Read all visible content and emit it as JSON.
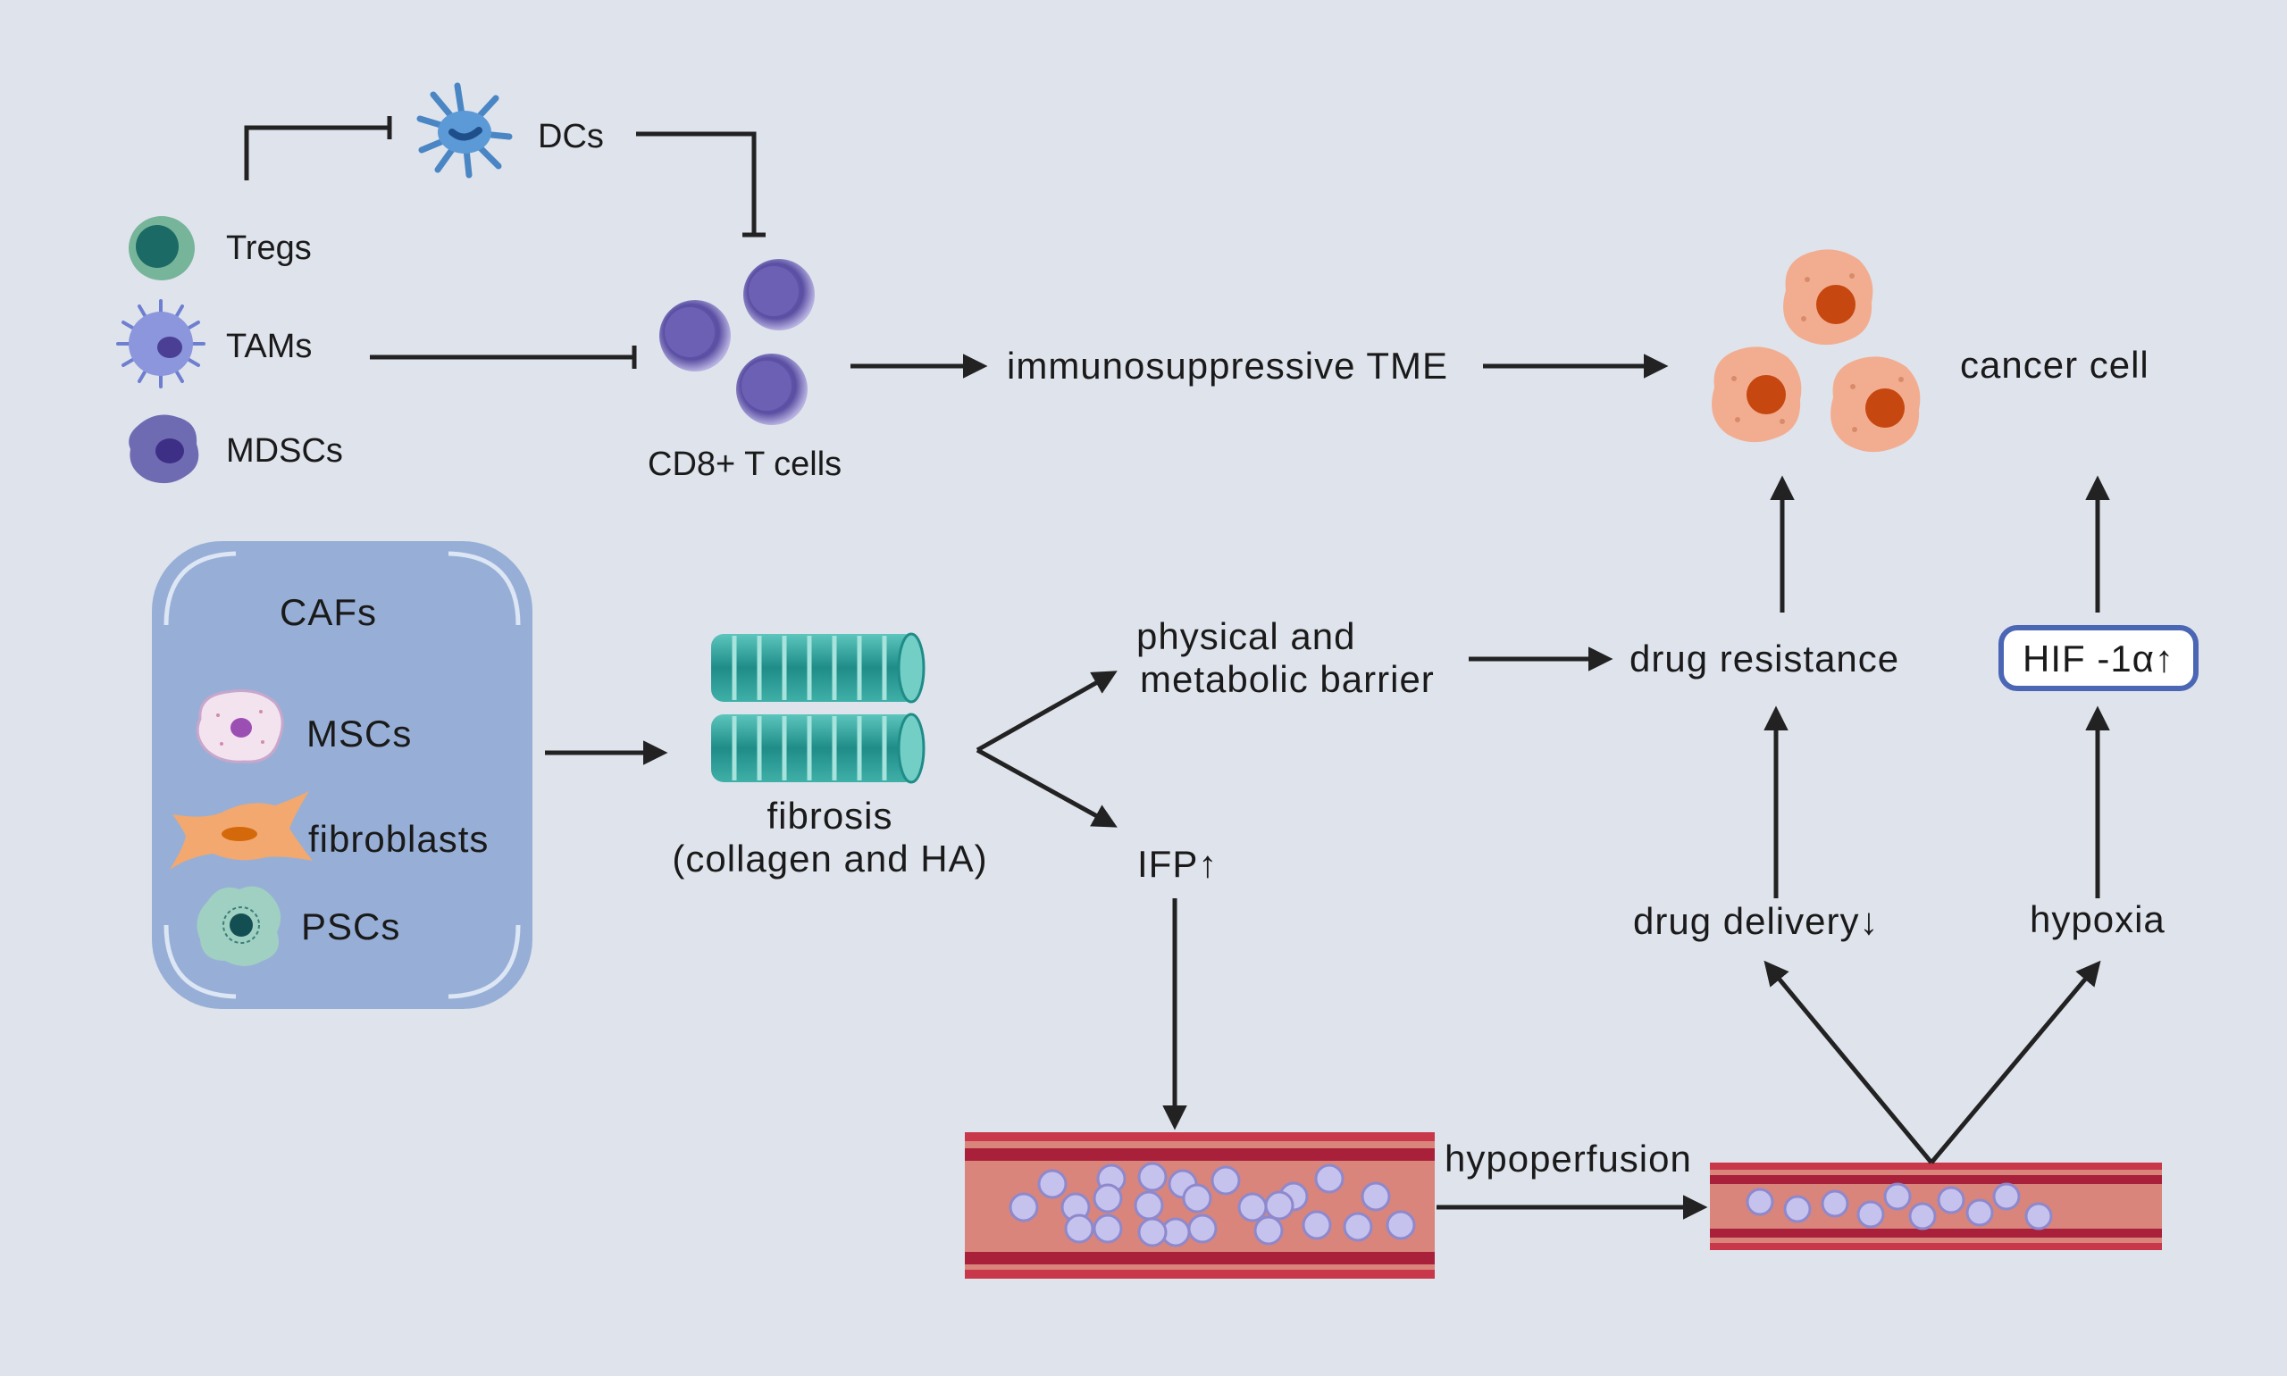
{
  "immune": {
    "dcs": "DCs",
    "tregs": "Tregs",
    "tams": "TAMs",
    "mdscs": "MDSCs",
    "cd8": "CD8+ T cells"
  },
  "tme": "immunosuppressive TME",
  "cancer": "cancer cell",
  "cafs": {
    "title": "CAFs",
    "msc": "MSCs",
    "fibroblasts": "fibroblasts",
    "pscs": "PSCs"
  },
  "fibrosis": {
    "line1": "fibrosis",
    "line2": "(collagen and HA)"
  },
  "barrier": {
    "line1": "physical and",
    "line2": "metabolic barrier"
  },
  "ifp": "IFP↑",
  "drug_resistance": "drug resistance",
  "hif": "HIF -1α↑",
  "drug_delivery": "drug delivery↓",
  "hypoxia": "hypoxia",
  "hypoperfusion": "hypoperfusion",
  "colors": {
    "background": "#dfe3ec",
    "caf_box": "#97afd6",
    "vessel": "#d9857c",
    "vessel_edge": "#a8203a",
    "cancer_cell": "#f0a98a",
    "nucleus": "#c2440f",
    "tcell": "#6a5fb0",
    "collagen": "#2a9a95",
    "arrow": "#222222"
  },
  "icons": [
    "dendritic-cell-icon",
    "treg-cell-icon",
    "tam-cell-icon",
    "mdsc-cell-icon",
    "cd8-t-cell-icon",
    "cancer-cell-icon",
    "msc-cell-icon",
    "fibroblast-cell-icon",
    "psc-cell-icon",
    "collagen-fiber-icon",
    "blood-vessel-icon"
  ]
}
